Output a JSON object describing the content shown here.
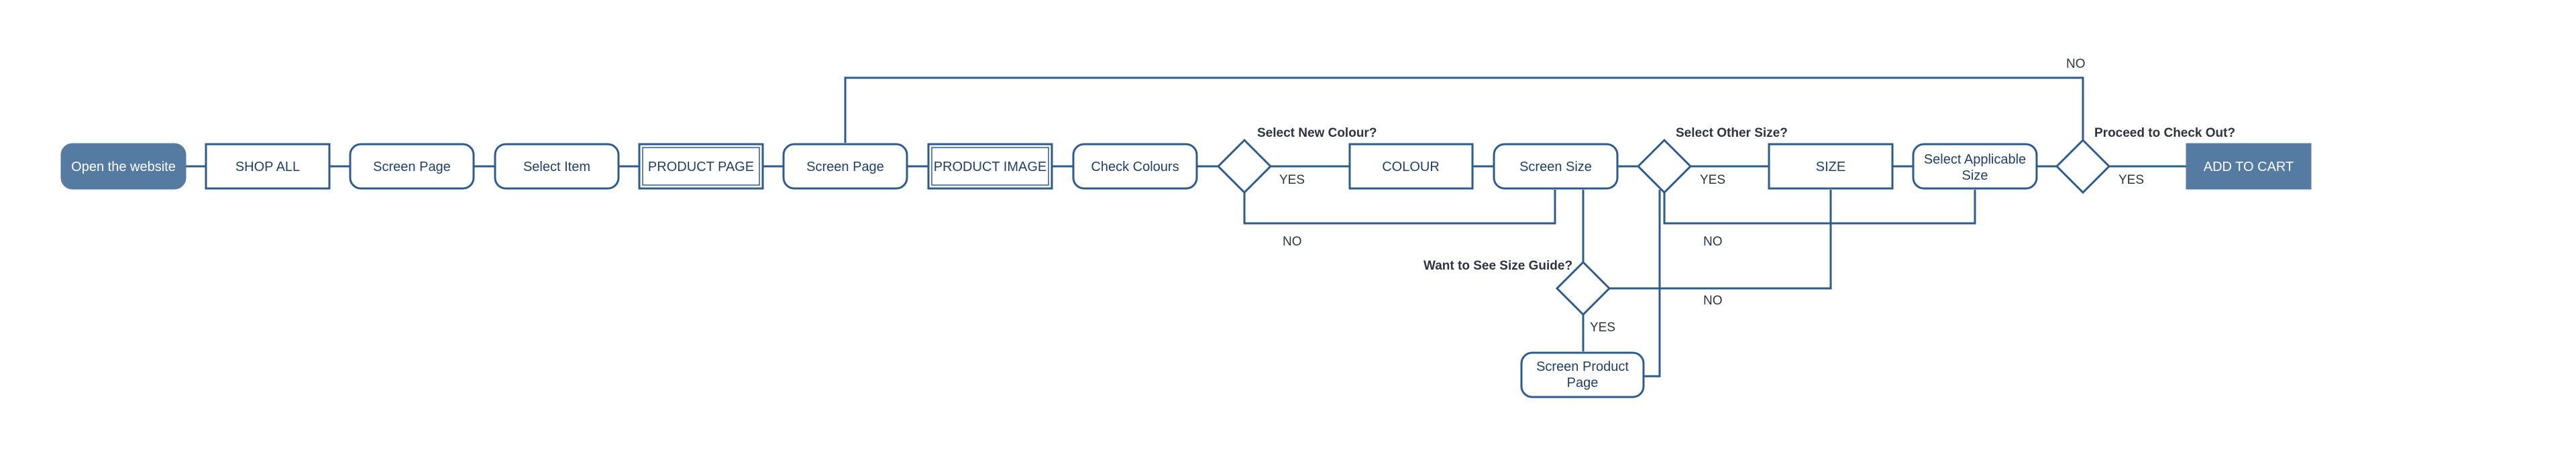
{
  "colors": {
    "stroke": "#2e5b8e",
    "fill_dark": "#567ba3",
    "text_dark": "#1f3f66",
    "label_text": "#2b3440"
  },
  "nodes": {
    "open_website": "Open the website",
    "shop_all": "SHOP ALL",
    "screen_page_1": "Screen Page",
    "select_item": "Select Item",
    "product_page": "PRODUCT PAGE",
    "screen_page_2": "Screen Page",
    "product_image": "PRODUCT IMAGE",
    "check_colours": "Check Colours",
    "colour": "COLOUR",
    "screen_size": "Screen Size",
    "size": "SIZE",
    "select_applicable_size": [
      "Select Applicable",
      "Size"
    ],
    "add_to_cart": "ADD TO CART",
    "screen_product_page": [
      "Screen Product",
      "Page"
    ]
  },
  "questions": {
    "new_colour": "Select New Colour?",
    "other_size": "Select Other Size?",
    "check_out": "Proceed to Check Out?",
    "size_guide": "Want to See Size Guide?"
  },
  "edge_labels": {
    "colour_yes": "YES",
    "colour_no": "NO",
    "size_yes": "YES",
    "size_no": "NO",
    "checkout_yes": "YES",
    "checkout_no": "NO",
    "guide_yes": "YES",
    "guide_no": "NO"
  }
}
